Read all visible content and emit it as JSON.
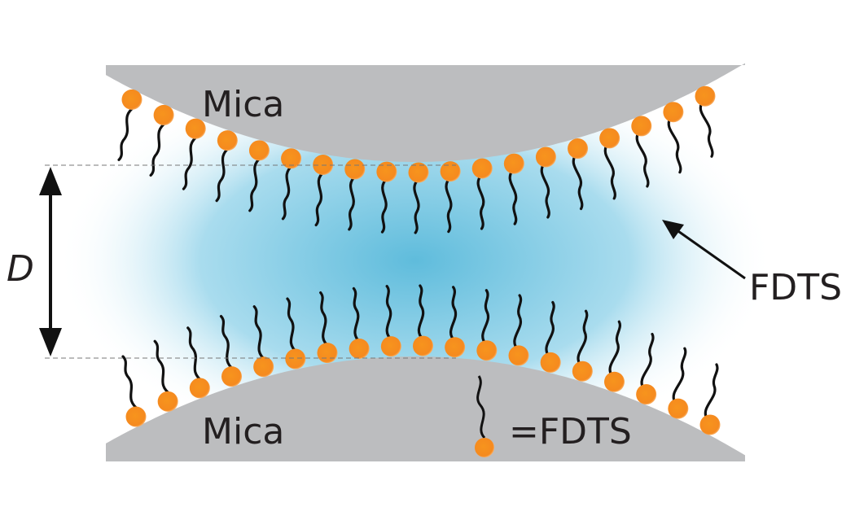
{
  "top_surface": {
    "label": "Mica"
  },
  "bottom_surface": {
    "label": "Mica"
  },
  "distance": {
    "label": "D"
  },
  "molecule_callout": {
    "label": "FDTS"
  },
  "legend": {
    "label": "=FDTS"
  },
  "colors": {
    "mica": "#bcbdbf",
    "headgroup": "#f7941d",
    "liquid": "#6cc4e0",
    "tail": "#111111"
  },
  "molecules_per_layer": 19
}
